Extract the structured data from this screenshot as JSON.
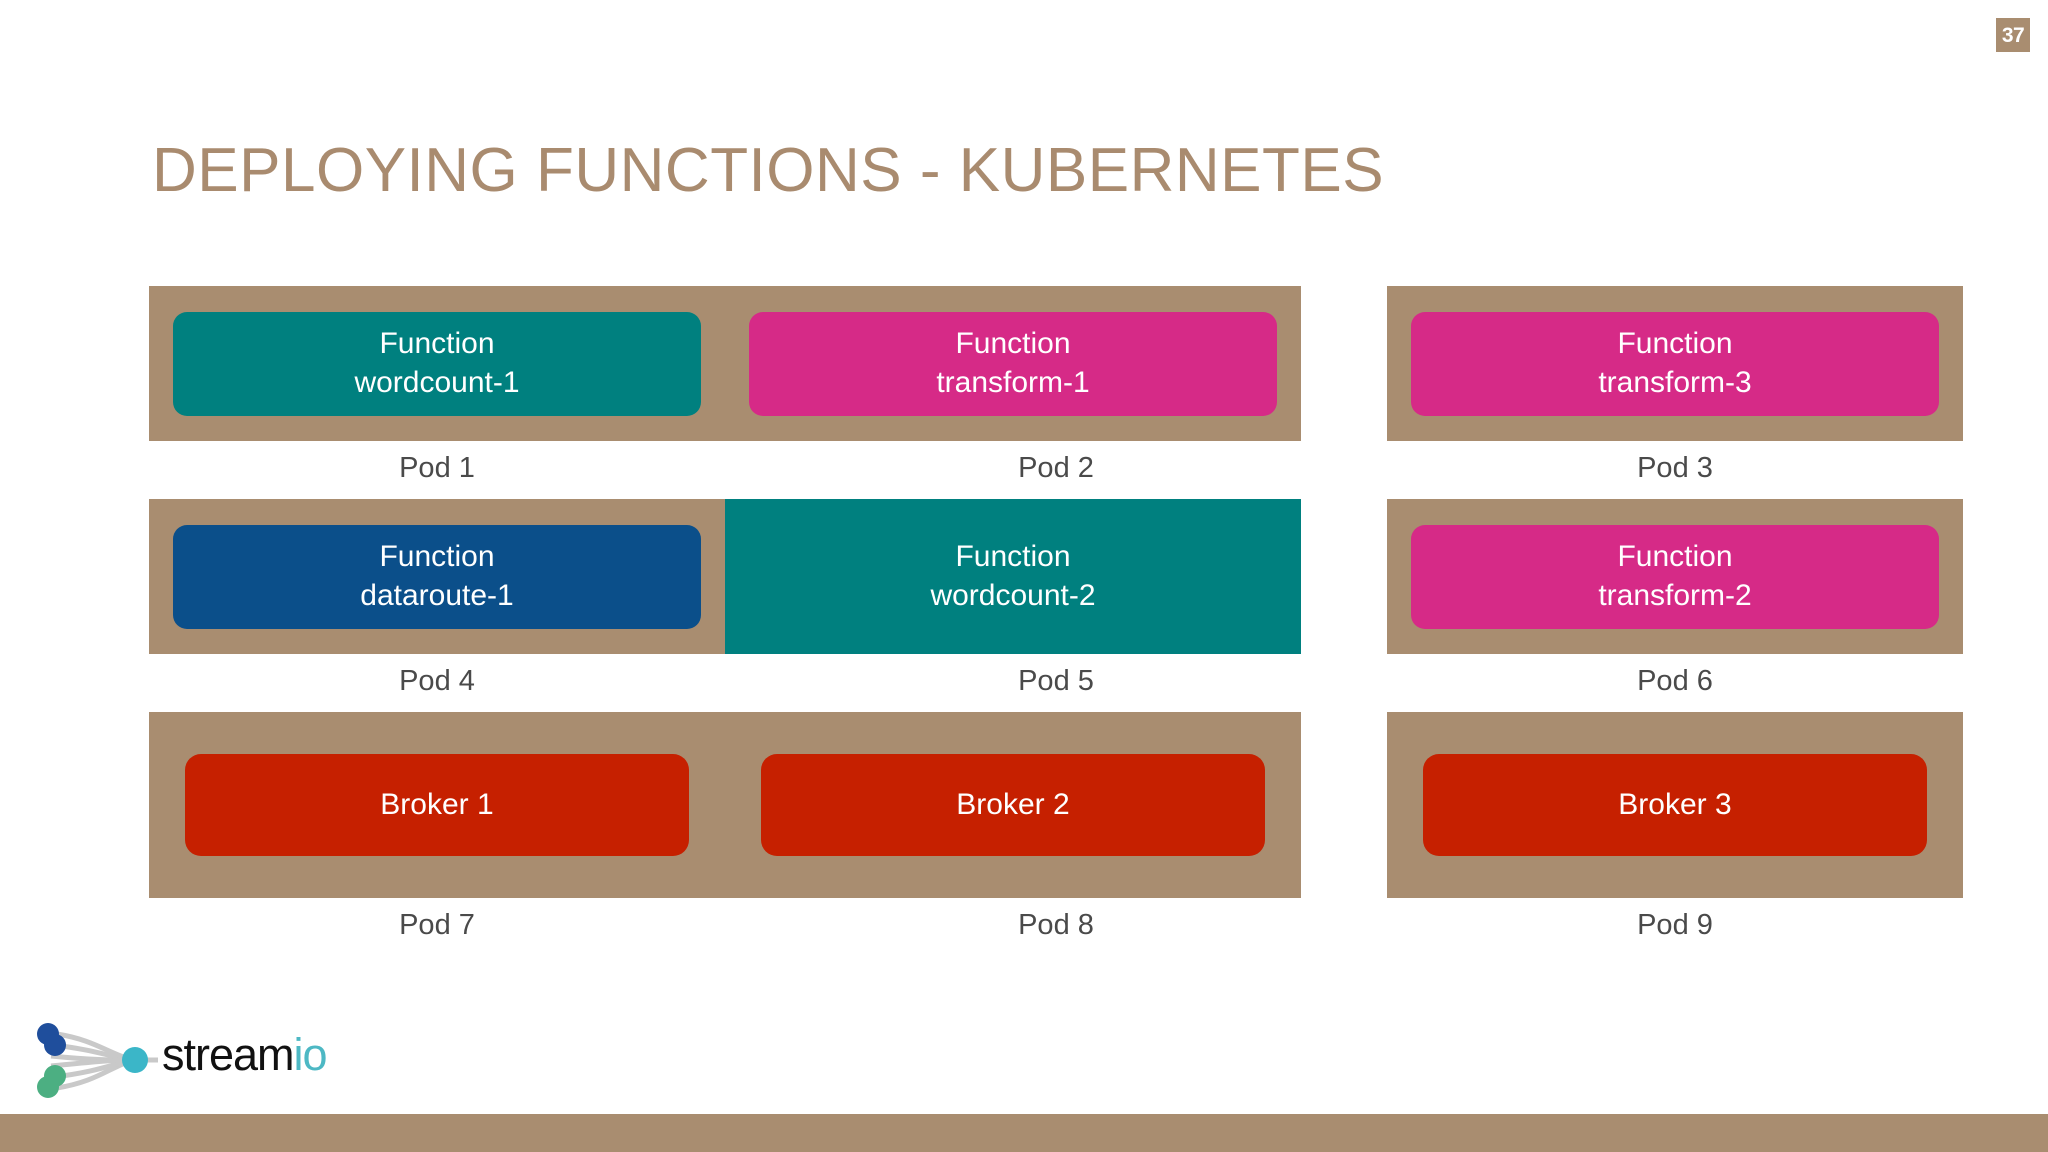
{
  "slide": {
    "page_number": "37",
    "title": "DEPLOYING FUNCTIONS - KUBERNETES",
    "background_color": "#ffffff",
    "accent_color": "#a98d70",
    "title_color": "#a98b6f"
  },
  "colors": {
    "pod_frame": "#a98d70",
    "teal": "#00807f",
    "magenta": "#d62a87",
    "blue": "#0b4f8a",
    "red": "#c62000",
    "label_text": "#4a4a4a"
  },
  "pods": [
    {
      "label": "Pod 1",
      "box_kind": "function",
      "color_name": "teal",
      "color": "#00807f",
      "line1": "Function",
      "line2": "wordcount-1",
      "full_bleed": false
    },
    {
      "label": "Pod 2",
      "box_kind": "function",
      "color_name": "magenta",
      "color": "#d62a87",
      "line1": "Function",
      "line2": "transform-1",
      "full_bleed": false
    },
    {
      "label": "Pod 3",
      "box_kind": "function",
      "color_name": "magenta",
      "color": "#d62a87",
      "line1": "Function",
      "line2": "transform-3",
      "full_bleed": false
    },
    {
      "label": "Pod 4",
      "box_kind": "function",
      "color_name": "blue",
      "color": "#0b4f8a",
      "line1": "Function",
      "line2": "dataroute-1",
      "full_bleed": false
    },
    {
      "label": "Pod 5",
      "box_kind": "function",
      "color_name": "teal",
      "color": "#00807f",
      "line1": "Function",
      "line2": "wordcount-2",
      "full_bleed": true
    },
    {
      "label": "Pod 6",
      "box_kind": "function",
      "color_name": "magenta",
      "color": "#d62a87",
      "line1": "Function",
      "line2": "transform-2",
      "full_bleed": false
    },
    {
      "label": "Pod 7",
      "box_kind": "broker",
      "color_name": "red",
      "color": "#c62000",
      "line1": "Broker 1",
      "line2": "",
      "full_bleed": false
    },
    {
      "label": "Pod 8",
      "box_kind": "broker",
      "color_name": "red",
      "color": "#c62000",
      "line1": "Broker 2",
      "line2": "",
      "full_bleed": false
    },
    {
      "label": "Pod 9",
      "box_kind": "broker",
      "color_name": "red",
      "color": "#c62000",
      "line1": "Broker 3",
      "line2": "",
      "full_bleed": false
    }
  ],
  "logo": {
    "word_dark": "stream",
    "word_light": "io",
    "dark_color": "#111111",
    "light_color": "#4db8c4",
    "node_color": "#3bb6c8",
    "blue_dot_color": "#1f4e9c",
    "green_dot_color": "#4caf82"
  }
}
